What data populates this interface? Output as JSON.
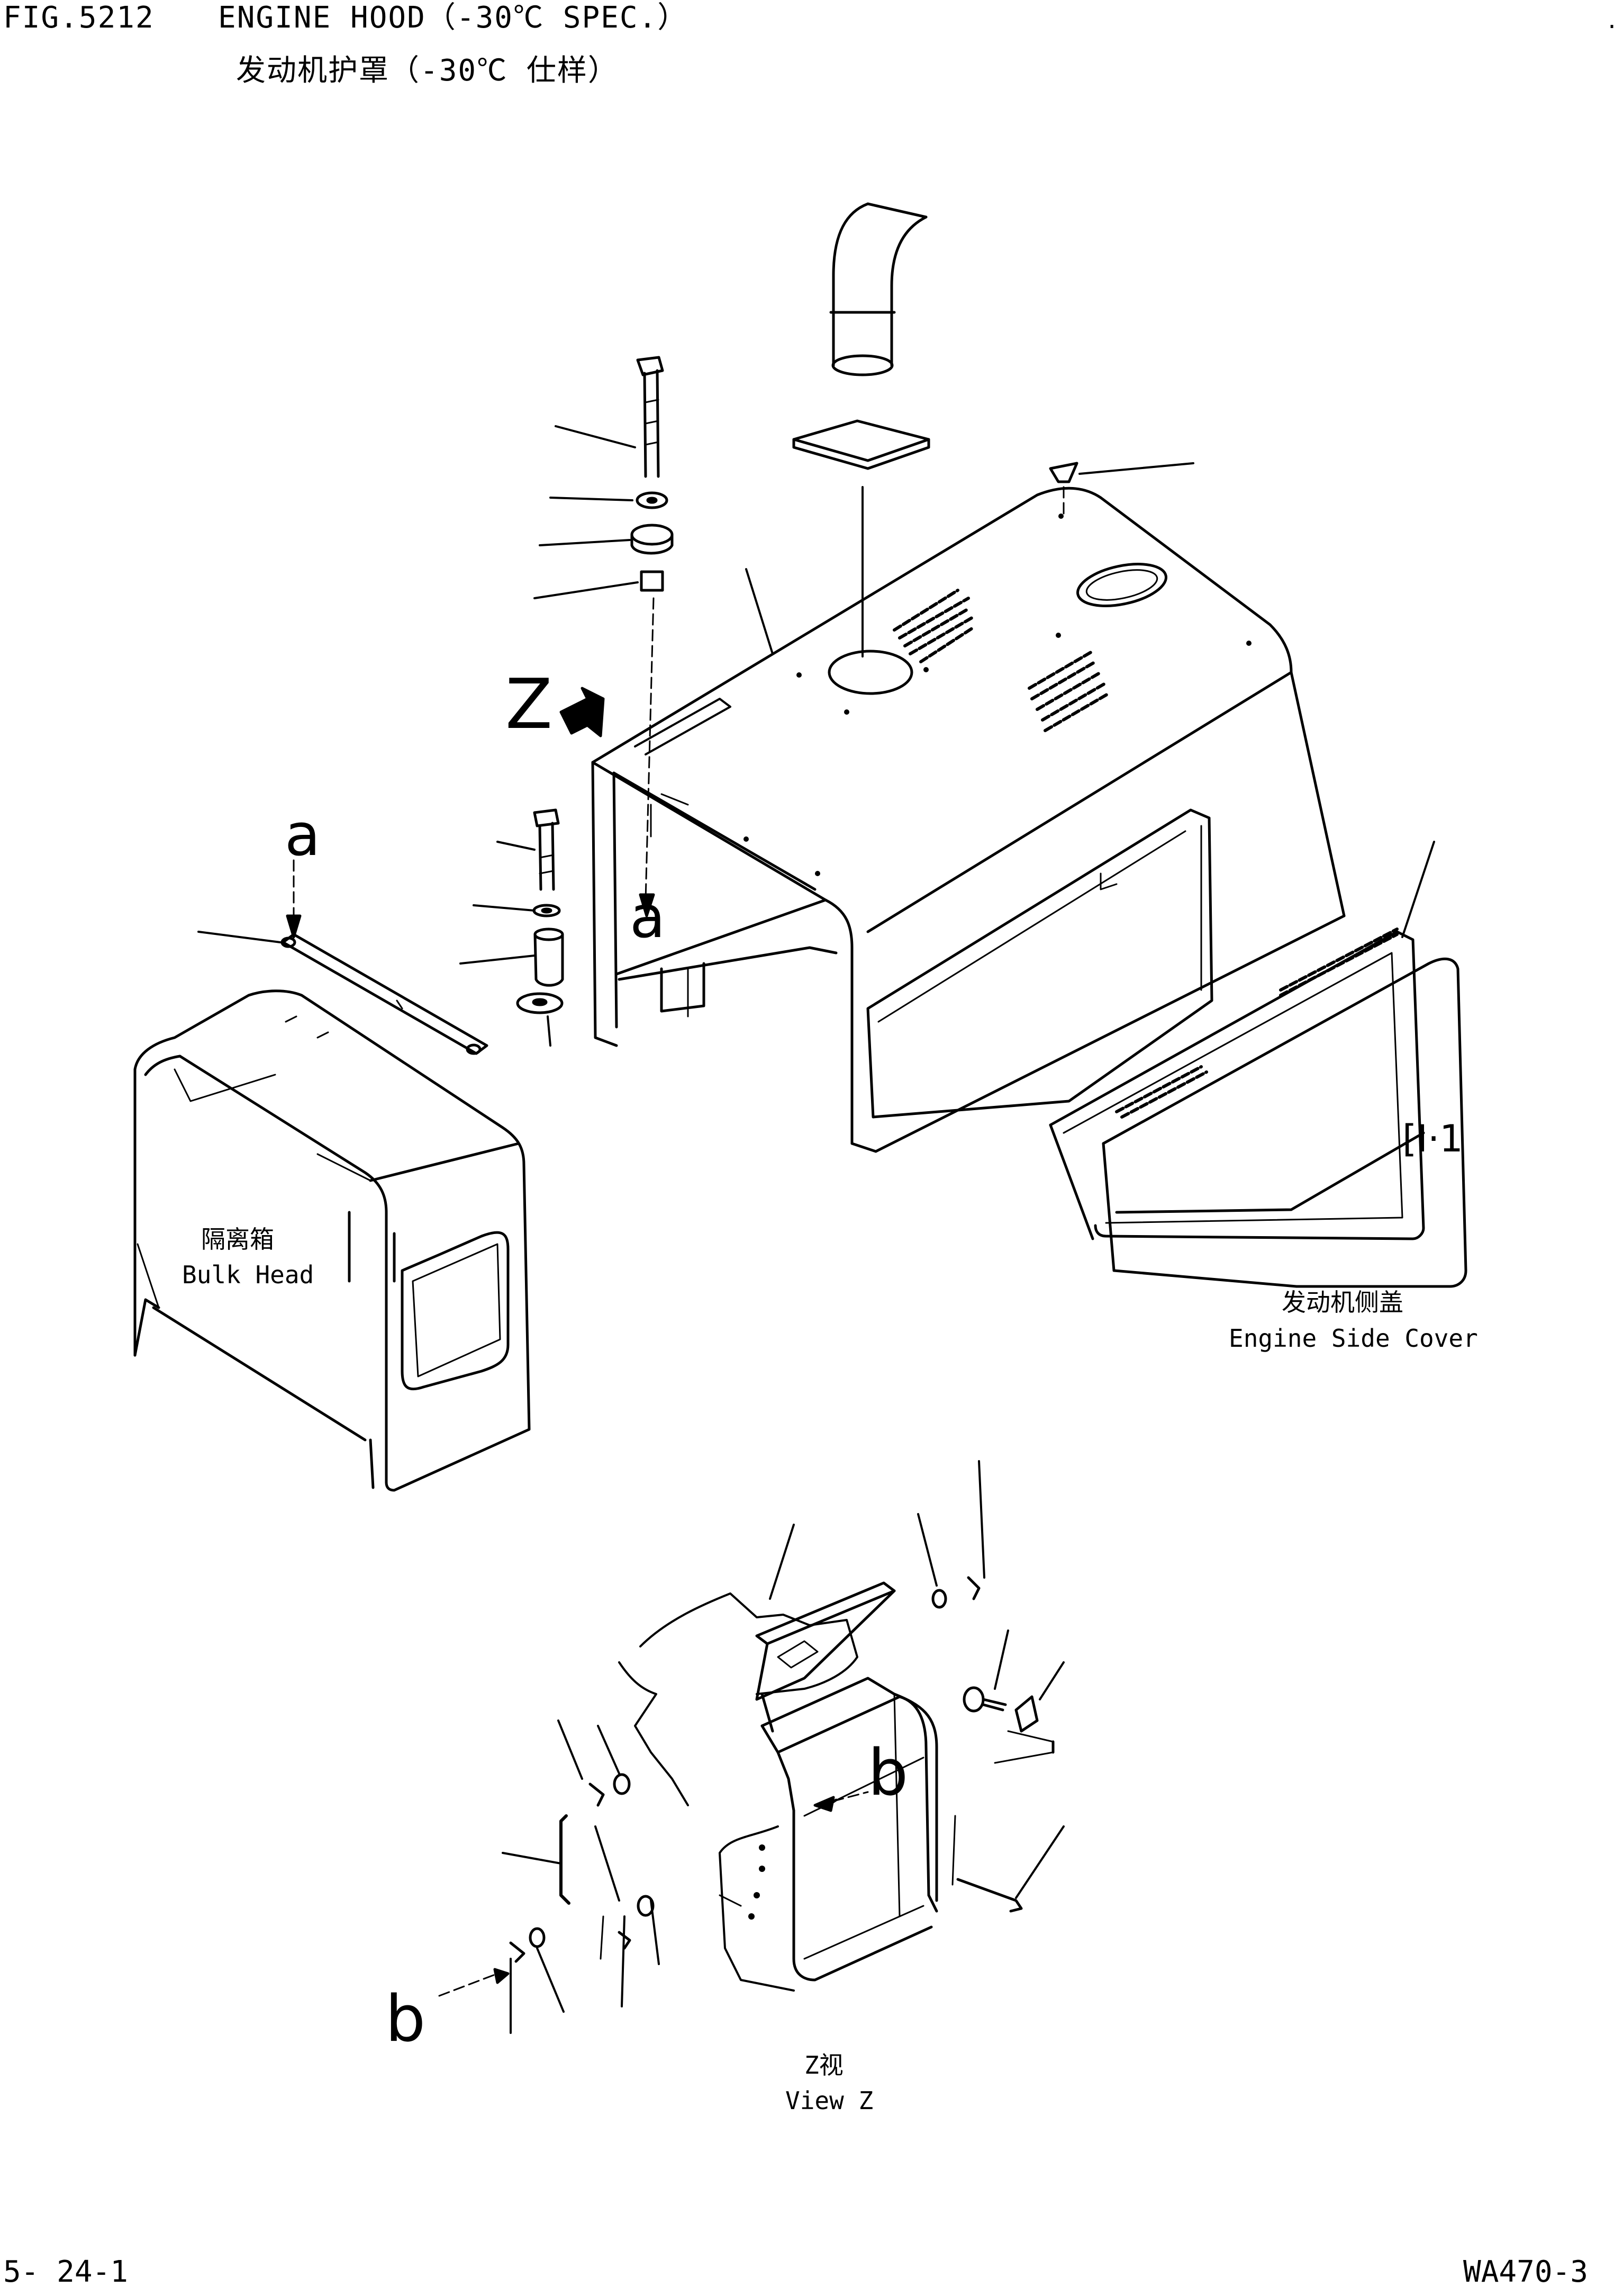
{
  "header": {
    "fig_number": "FIG.5212",
    "title_en": "ENGINE HOOD（-30℃ SPEC.）",
    "title_cn": "发动机护罩（-30℃ 仕样）"
  },
  "labels": {
    "bulk_head_cn": "隔离箱",
    "bulk_head_en": "Bulk Head",
    "side_cover_cn": "发动机侧盖",
    "side_cover_en": "Engine Side Cover",
    "view_cn": "Z视",
    "view_en": "View Z"
  },
  "markers": {
    "z": "Z",
    "a_top": "a",
    "a_mid": "a",
    "b_right": "b",
    "b_left": "b",
    "plate": "[I·1"
  },
  "footer": {
    "page_ref": "5- 24-1",
    "model": "WA470-3"
  }
}
